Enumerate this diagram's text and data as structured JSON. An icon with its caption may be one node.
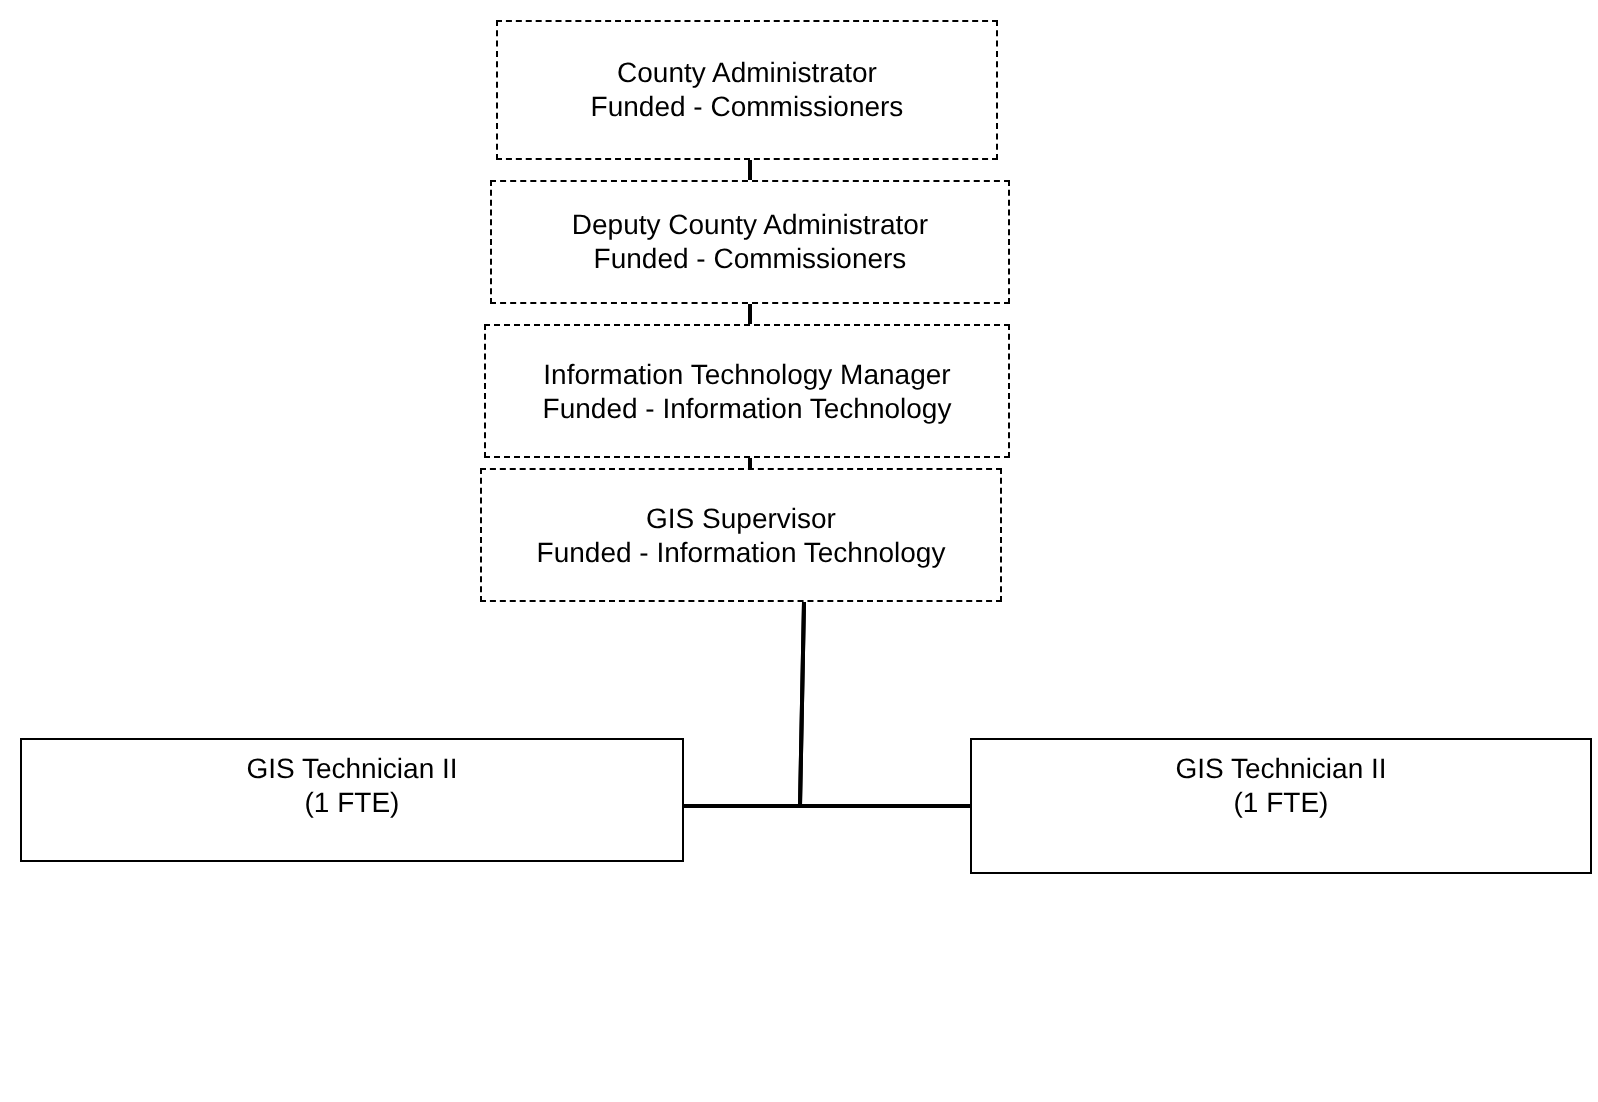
{
  "diagram": {
    "nodes": [
      {
        "text": [
          "County Administrator",
          "Funded - Commissioners"
        ]
      },
      {
        "text": [
          "Deputy County Administrator",
          "Funded - Commissioners"
        ]
      },
      {
        "text": [
          "Information Technology Manager",
          "Funded - Information Technology"
        ]
      },
      {
        "text": [
          "GIS Supervisor",
          "Funded - Information Technology"
        ]
      },
      {
        "text": [
          "GIS Technician II",
          "(1 FTE)"
        ]
      },
      {
        "text": [
          "GIS Technician II",
          "(1 FTE)"
        ]
      }
    ],
    "edges": [
      {
        "from": 0,
        "to": 1,
        "arrow": "none"
      },
      {
        "from": 1,
        "to": 2,
        "arrow": "none"
      },
      {
        "from": 2,
        "to": 3,
        "arrow": "none"
      },
      {
        "from": 3,
        "to": 4,
        "arrow": "none"
      },
      {
        "from": 3,
        "to": 5,
        "arrow": "none"
      }
    ]
  }
}
